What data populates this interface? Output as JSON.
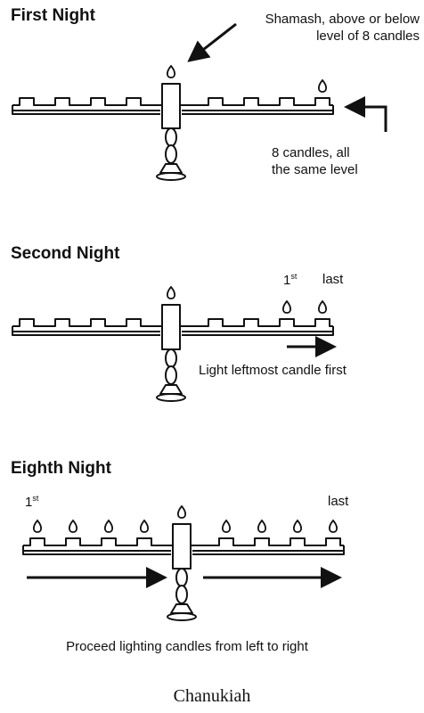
{
  "panels": [
    {
      "heading": "First Night",
      "annotations": {
        "shamash": [
          "Shamash, above or below",
          "level of 8 candles"
        ],
        "candles": [
          "8 candles, all",
          "the same level"
        ]
      }
    },
    {
      "heading": "Second Night",
      "labels": {
        "first": "1",
        "first_suffix": "st",
        "last": "last"
      },
      "annotation": "Light leftmost candle first"
    },
    {
      "heading": "Eighth Night",
      "labels": {
        "first": "1",
        "first_suffix": "st",
        "last": "last"
      },
      "annotation": "Proceed lighting candles from left to right"
    }
  ],
  "caption": "Chanukiah"
}
